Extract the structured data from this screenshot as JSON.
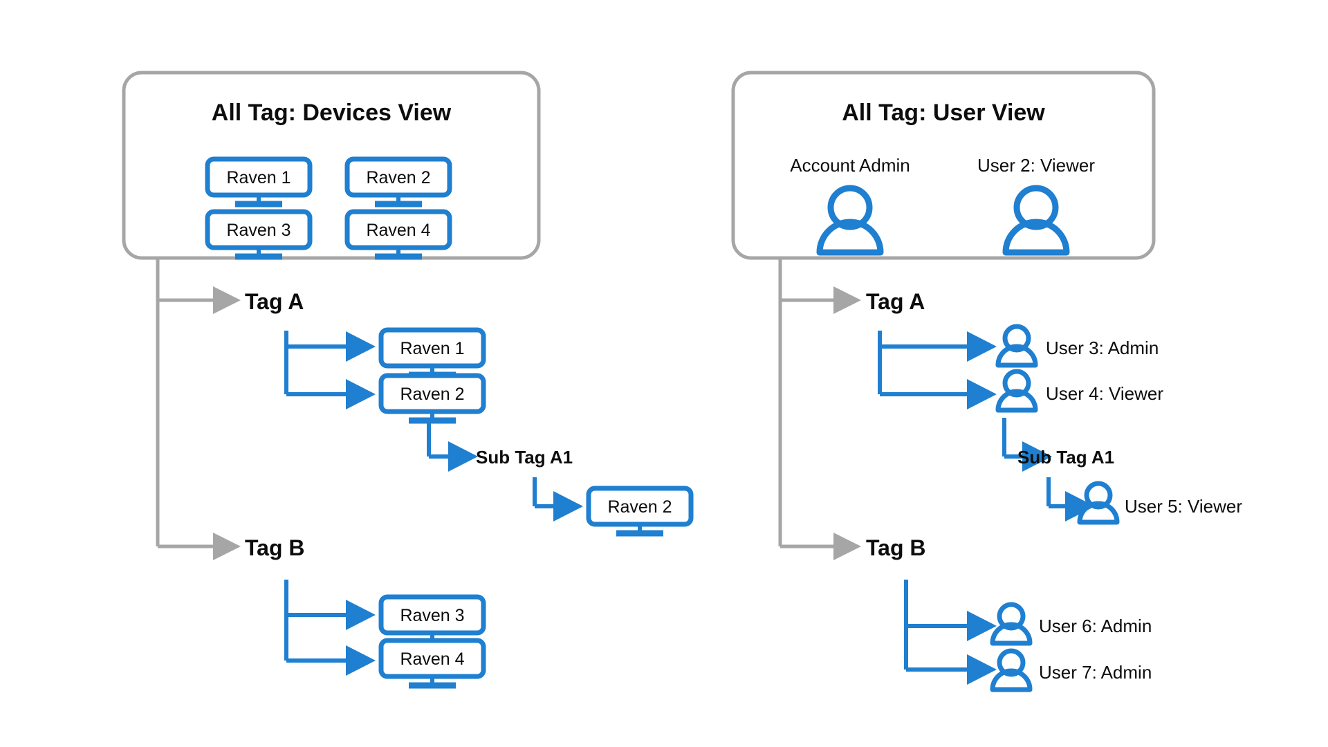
{
  "diagram": {
    "title_devices": "All Tag: Devices View",
    "title_users": "All Tag: User View",
    "colors": {
      "blue": "#1f7fd0",
      "gray": "#a6a6a6",
      "text": "#0d0d0d",
      "background": "#ffffff"
    }
  },
  "devices_panel": {
    "title": "All Tag: Devices View",
    "devices": [
      {
        "label": "Raven 1"
      },
      {
        "label": "Raven 2"
      },
      {
        "label": "Raven 3"
      },
      {
        "label": "Raven 4"
      }
    ],
    "tag_a": {
      "label": "Tag A",
      "devices": [
        {
          "label": "Raven 1"
        },
        {
          "label": "Raven 2"
        }
      ],
      "sub_tag": {
        "label": "Sub Tag A1",
        "devices": [
          {
            "label": "Raven 2"
          }
        ]
      }
    },
    "tag_b": {
      "label": "Tag B",
      "devices": [
        {
          "label": "Raven 3"
        },
        {
          "label": "Raven 4"
        }
      ]
    }
  },
  "users_panel": {
    "title": "All Tag: User View",
    "users": [
      {
        "label": "Account Admin"
      },
      {
        "label": "User 2: Viewer"
      }
    ],
    "tag_a": {
      "label": "Tag A",
      "users": [
        {
          "label": "User 3: Admin"
        },
        {
          "label": "User 4: Viewer"
        }
      ],
      "sub_tag": {
        "label": "Sub Tag A1",
        "users": [
          {
            "label": "User 5: Viewer"
          }
        ]
      }
    },
    "tag_b": {
      "label": "Tag B",
      "users": [
        {
          "label": "User 6: Admin"
        },
        {
          "label": "User 7: Admin"
        }
      ]
    }
  },
  "icons": {
    "monitor": "monitor-icon",
    "user": "user-avatar-icon",
    "arrow": "arrow-right-icon"
  }
}
